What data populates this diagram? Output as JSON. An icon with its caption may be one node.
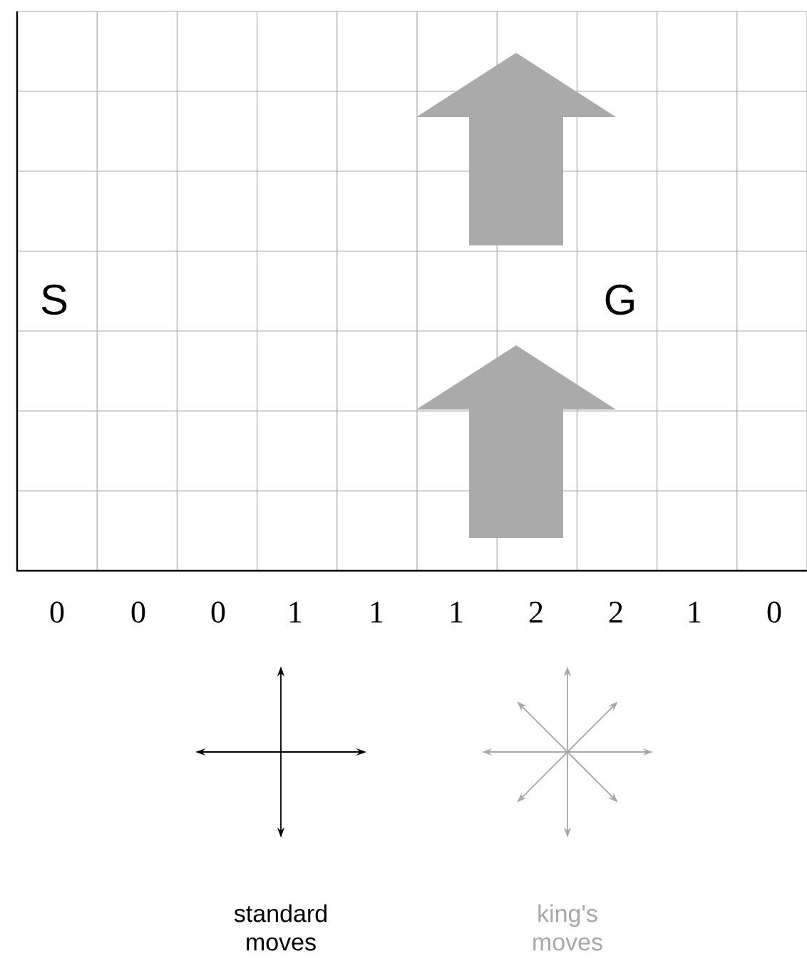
{
  "diagram": {
    "labels": [
      "S",
      "G",
      "0",
      "0",
      "0",
      "1",
      "1",
      "1",
      "2",
      "2",
      "1",
      "0",
      "standard moves",
      "king's moves"
    ]
  }
}
